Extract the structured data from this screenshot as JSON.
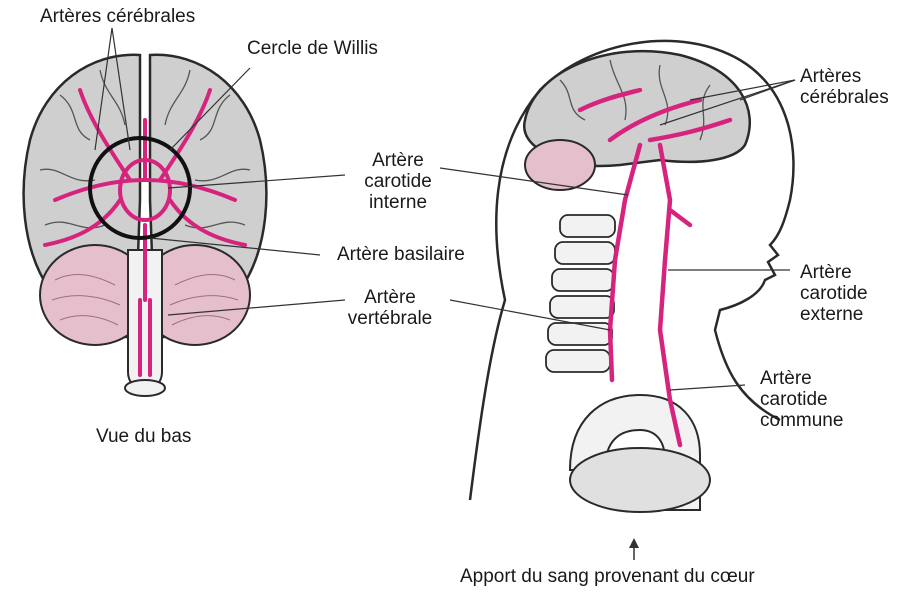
{
  "colors": {
    "artery": "#d6247e",
    "brain_fill": "#cfcfcf",
    "cerebellum_fill": "#e6bfcc",
    "outline": "#2a2a2a",
    "text": "#1a1a1a"
  },
  "labels": {
    "cerebral_arteries_left": "Artères cérébrales",
    "circle_of_willis": "Cercle de Willis",
    "internal_carotid": [
      "Artère",
      "carotide",
      "interne"
    ],
    "basilar": "Artère basilaire",
    "vertebral": [
      "Artère",
      "vertébrale"
    ],
    "bottom_view": "Vue du bas",
    "cerebral_arteries_right": [
      "Artères",
      "cérébrales"
    ],
    "external_carotid": [
      "Artère",
      "carotide",
      "externe"
    ],
    "common_carotid": [
      "Artère",
      "carotide",
      "commune"
    ],
    "blood_supply": "Apport du sang provenant du cœur"
  }
}
